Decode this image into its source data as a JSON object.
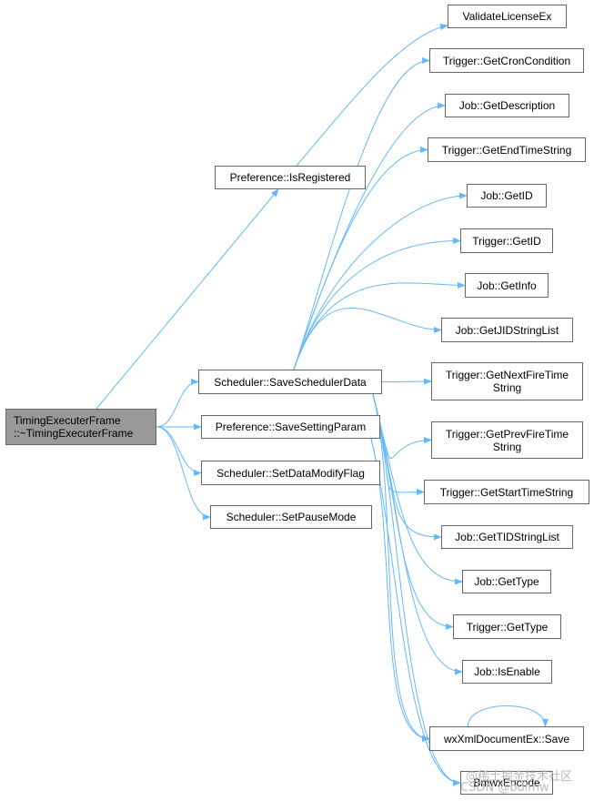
{
  "nodes": {
    "root": "TimingExecuterFrame\n::~TimingExecuterFrame",
    "pref_isregistered": "Preference::IsRegistered",
    "sched_save": "Scheduler::SaveSchedulerData",
    "pref_savesetting": "Preference::SaveSettingParam",
    "sched_setdatamodify": "Scheduler::SetDataModifyFlag",
    "sched_setpause": "Scheduler::SetPauseMode",
    "validate_license": "ValidateLicenseEx",
    "trig_getcron": "Trigger::GetCronCondition",
    "job_getdesc": "Job::GetDescription",
    "trig_getendtime": "Trigger::GetEndTimeString",
    "job_getid": "Job::GetID",
    "trig_getid": "Trigger::GetID",
    "job_getinfo": "Job::GetInfo",
    "job_getjid": "Job::GetJIDStringList",
    "trig_getnextfire": "Trigger::GetNextFireTime\nString",
    "trig_getprevfire": "Trigger::GetPrevFireTime\nString",
    "trig_getstarttime": "Trigger::GetStartTimeString",
    "job_gettid": "Job::GetTIDStringList",
    "job_gettype": "Job::GetType",
    "trig_gettype": "Trigger::GetType",
    "job_isenable": "Job::IsEnable",
    "wxxml_save": "wxXmlDocumentEx::Save",
    "bmwx_encode": "BmwxEncode"
  },
  "edges": [
    [
      "root",
      "pref_isregistered"
    ],
    [
      "root",
      "sched_save"
    ],
    [
      "root",
      "pref_savesetting"
    ],
    [
      "root",
      "sched_setdatamodify"
    ],
    [
      "root",
      "sched_setpause"
    ],
    [
      "pref_isregistered",
      "validate_license"
    ],
    [
      "sched_save",
      "trig_getcron"
    ],
    [
      "sched_save",
      "job_getdesc"
    ],
    [
      "sched_save",
      "trig_getendtime"
    ],
    [
      "sched_save",
      "job_getid"
    ],
    [
      "sched_save",
      "trig_getid"
    ],
    [
      "sched_save",
      "job_getinfo"
    ],
    [
      "sched_save",
      "job_getjid"
    ],
    [
      "sched_save",
      "trig_getnextfire"
    ],
    [
      "sched_save",
      "trig_getprevfire"
    ],
    [
      "sched_save",
      "trig_getstarttime"
    ],
    [
      "sched_save",
      "job_gettid"
    ],
    [
      "sched_save",
      "job_gettype"
    ],
    [
      "sched_save",
      "trig_gettype"
    ],
    [
      "sched_save",
      "job_isenable"
    ],
    [
      "sched_save",
      "wxxml_save"
    ],
    [
      "sched_save",
      "bmwx_encode"
    ],
    [
      "pref_savesetting",
      "wxxml_save"
    ],
    [
      "pref_savesetting",
      "bmwx_encode"
    ],
    [
      "wxxml_save",
      "wxxml_save"
    ]
  ],
  "colors": {
    "edge": "#63b8ff",
    "root_fill": "#999999",
    "border": "#666666"
  },
  "watermark": {
    "line1": "@稀土掘金技术社区",
    "line2": "CSDN @bdlmw"
  }
}
